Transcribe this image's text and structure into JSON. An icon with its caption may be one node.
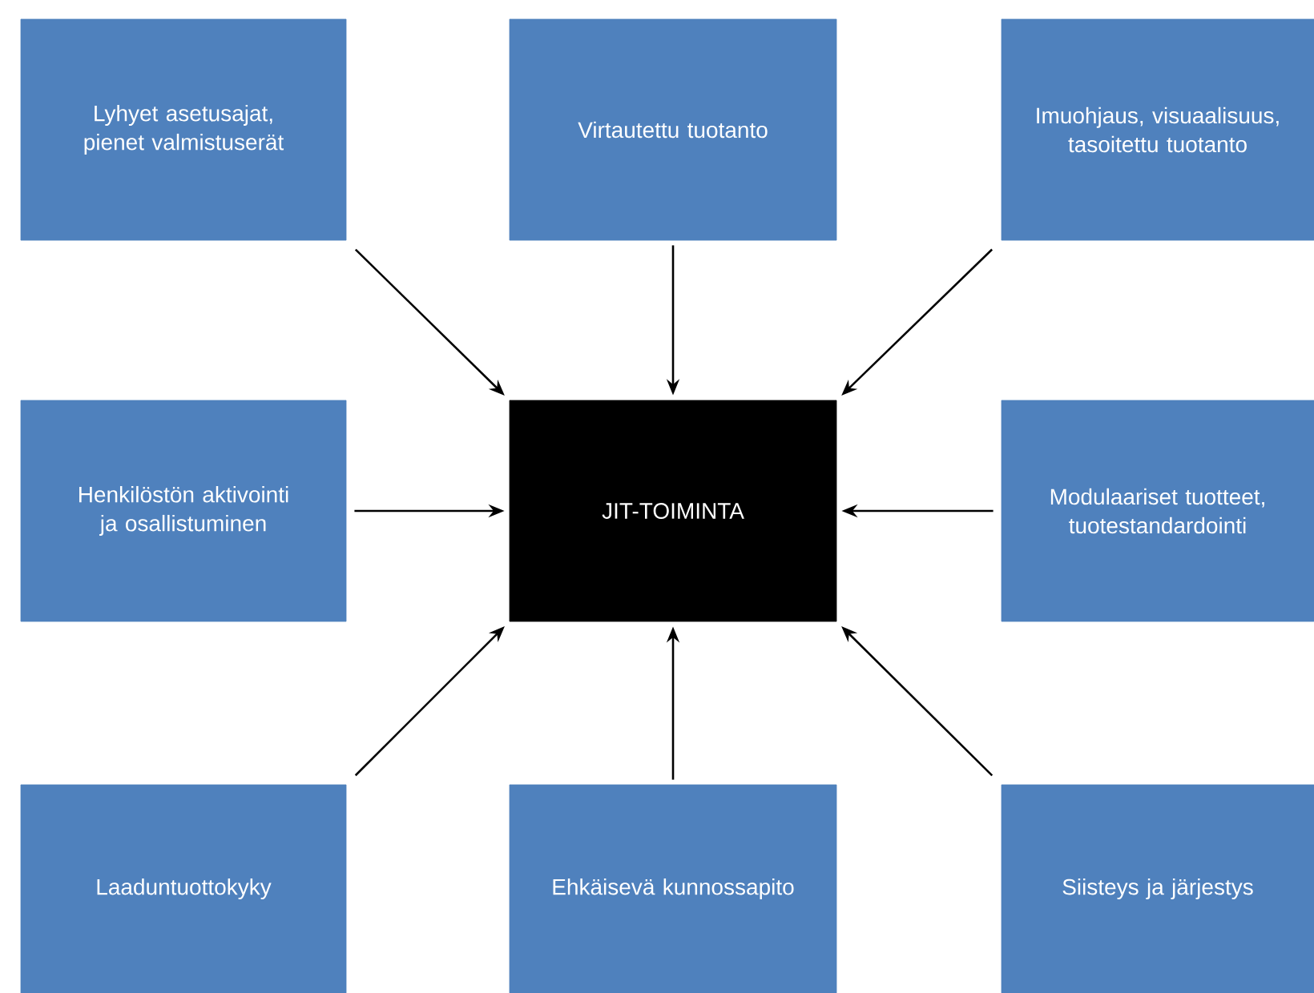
{
  "diagram": {
    "nodes": [
      {
        "text": [
          "Lyhyet asetusajat, pienet valmistuserät"
        ]
      },
      {
        "text": [
          "Virtautettu tuotanto"
        ]
      },
      {
        "text": [
          "Imuohjaus, visuaalisuus, tasoitettu tuotanto"
        ]
      },
      {
        "text": [
          "Henkilöstön aktivointi ja osallistuminen"
        ]
      },
      {
        "text": [
          "JIT-TOIMINTA"
        ]
      },
      {
        "text": [
          "Modulaariset tuotteet, tuotestandardointi"
        ]
      },
      {
        "text": [
          "Laaduntuottokyky"
        ]
      },
      {
        "text": [
          "Ehkäisevä kunnossapito"
        ]
      },
      {
        "text": [
          "Siisteys ja järjestys"
        ]
      }
    ],
    "edges": [
      {
        "from": 0,
        "to": 4,
        "arrow": "to"
      },
      {
        "from": 1,
        "to": 4,
        "arrow": "to"
      },
      {
        "from": 2,
        "to": 4,
        "arrow": "to"
      },
      {
        "from": 3,
        "to": 4,
        "arrow": "to"
      },
      {
        "from": 5,
        "to": 4,
        "arrow": "to"
      },
      {
        "from": 6,
        "to": 4,
        "arrow": "to"
      },
      {
        "from": 7,
        "to": 4,
        "arrow": "to"
      },
      {
        "from": 8,
        "to": 4,
        "arrow": "to"
      }
    ]
  }
}
